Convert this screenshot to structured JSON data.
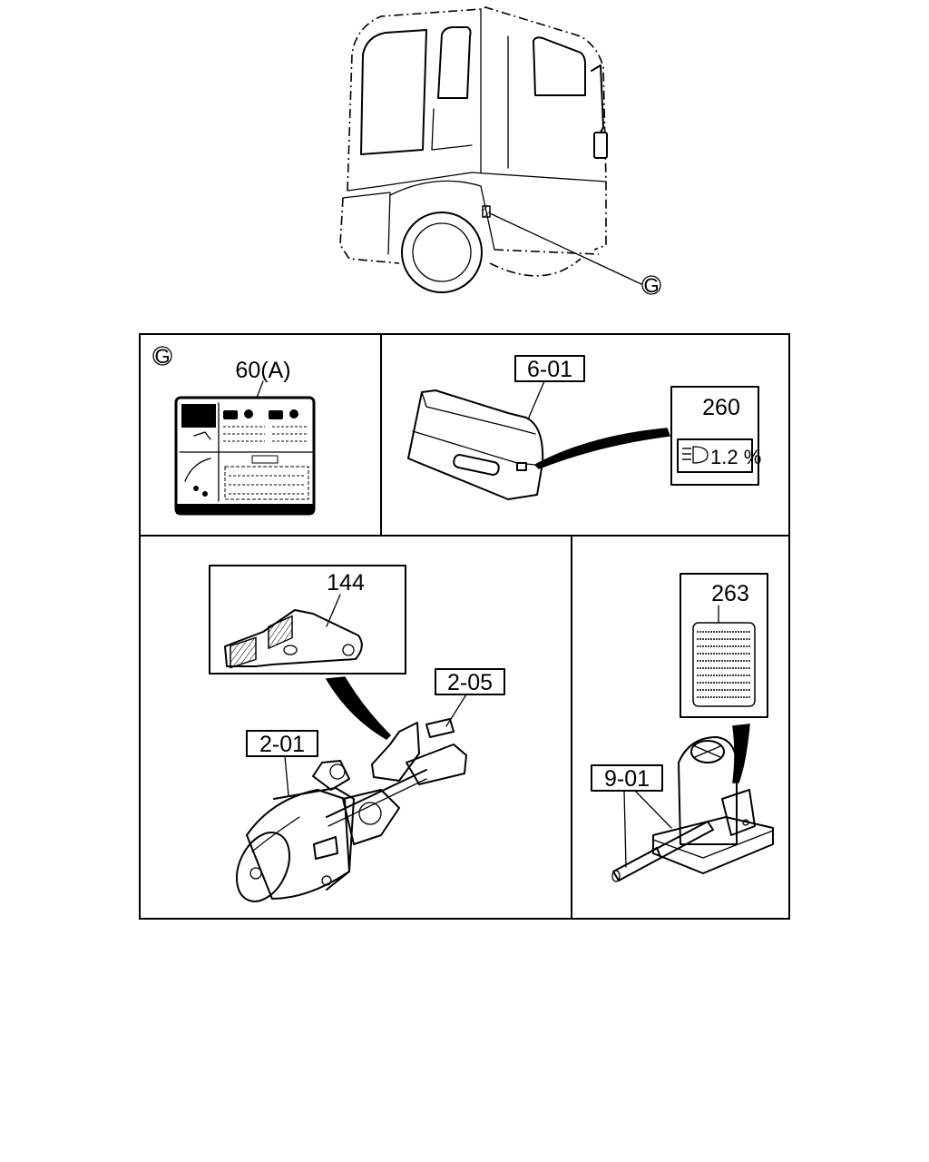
{
  "callout_g": "G",
  "panels": {
    "label_60a": {
      "letter": "G",
      "part": "60(A)"
    },
    "headlamp": {
      "ref_box": "6-01",
      "label_part": "260",
      "label_text": "1.2 %"
    },
    "clutch": {
      "detail_part": "144",
      "ref_box_bolt": "2-05",
      "ref_box_booster": "2-01"
    },
    "jack": {
      "label_part": "263",
      "ref_box": "9-01"
    }
  }
}
